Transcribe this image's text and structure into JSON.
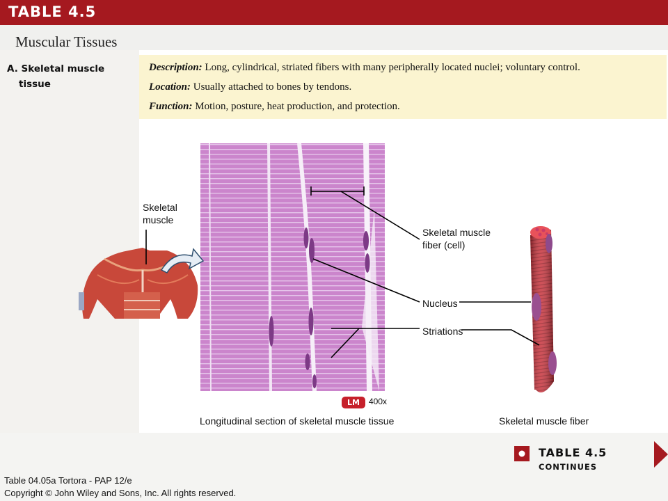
{
  "header": {
    "table_title": "TABLE 4.5"
  },
  "section": {
    "title": "Muscular Tissues"
  },
  "tissue": {
    "label_line1": "A. Skeletal muscle",
    "label_line2": "tissue"
  },
  "description": {
    "desc_key": "Description:",
    "desc_text": " Long, cylindrical, striated fibers with many peripherally located nuclei; voluntary control.",
    "loc_key": "Location:",
    "loc_text": " Usually attached to bones by tendons.",
    "func_key": "Function:",
    "func_text": " Motion, posture, heat production, and protection."
  },
  "figure": {
    "label_skeletal_1": "Skeletal",
    "label_skeletal_2": "muscle",
    "label_fiber_1": "Skeletal muscle",
    "label_fiber_2": "fiber (cell)",
    "label_nucleus": "Nucleus",
    "label_striations": "Striations",
    "lm_badge": "LM",
    "magnification": "400x",
    "caption_left": "Longitudinal section of skeletal muscle tissue",
    "caption_right": "Skeletal muscle fiber"
  },
  "continues": {
    "main": "TABLE 4.5",
    "small": "CONTINUES"
  },
  "footer": {
    "line1": "Table 04.05a  Tortora - PAP 12/e",
    "line2": "Copyright © John Wiley and Sons, Inc. All rights reserved."
  },
  "colors": {
    "header_red": "#a5191f",
    "desc_bg": "#fbf4d0",
    "tissue_pink": "#c97bc6",
    "muscle_red": "#c8333c"
  }
}
